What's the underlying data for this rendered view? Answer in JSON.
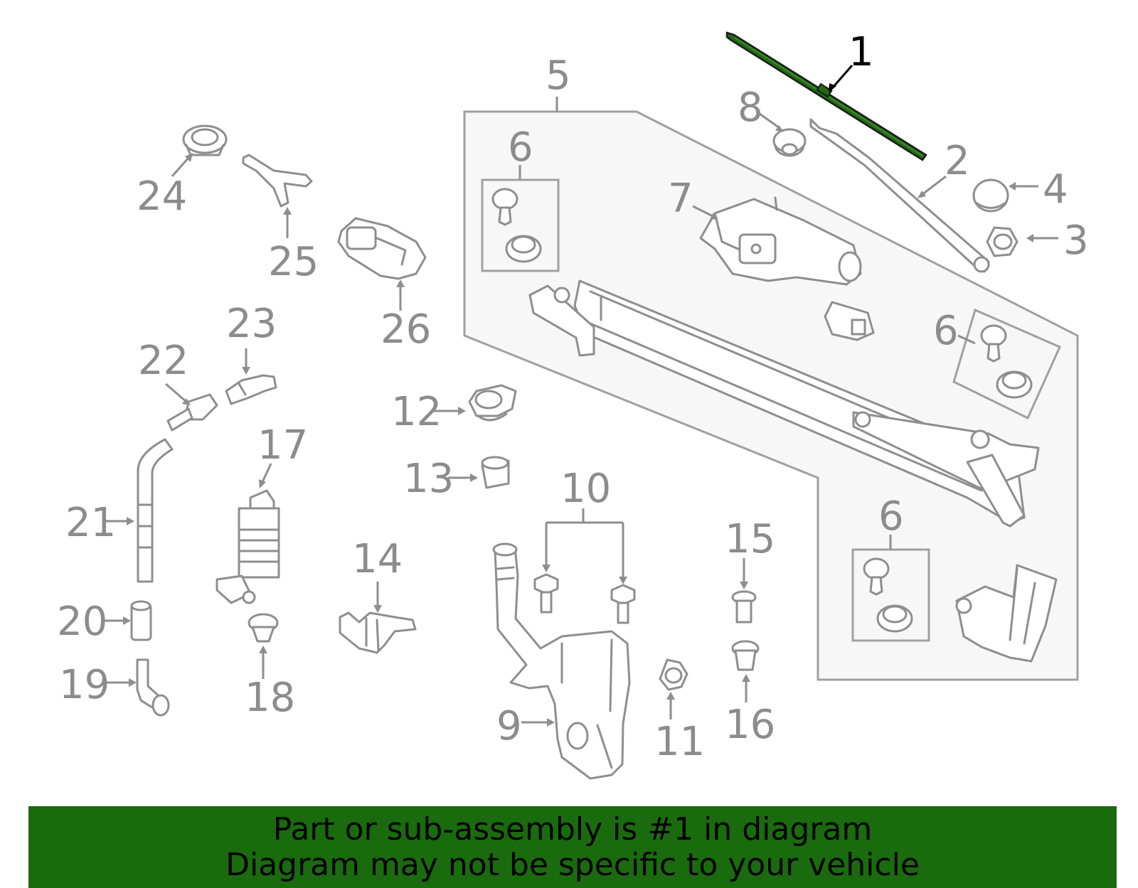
{
  "colors": {
    "highlight": "#1f6a12",
    "banner_background": "#1a6b0e",
    "part_stroke": "#8e8e8e",
    "callout_text": "#8c8c8c",
    "assembly_fill": "#f7f7f7"
  },
  "callouts": {
    "c1": "1",
    "c2": "2",
    "c3": "3",
    "c4": "4",
    "c5": "5",
    "c6a": "6",
    "c6b": "6",
    "c6c": "6",
    "c7": "7",
    "c8": "8",
    "c9": "9",
    "c10": "10",
    "c11": "11",
    "c12": "12",
    "c13": "13",
    "c14": "14",
    "c15": "15",
    "c16": "16",
    "c17": "17",
    "c18": "18",
    "c19": "19",
    "c20": "20",
    "c21": "21",
    "c22": "22",
    "c23": "23",
    "c24": "24",
    "c25": "25",
    "c26": "26"
  },
  "highlighted_part": "1",
  "banner": {
    "line1": "Part or sub-assembly is #1 in diagram",
    "line2": "Diagram may not be specific to your vehicle"
  }
}
